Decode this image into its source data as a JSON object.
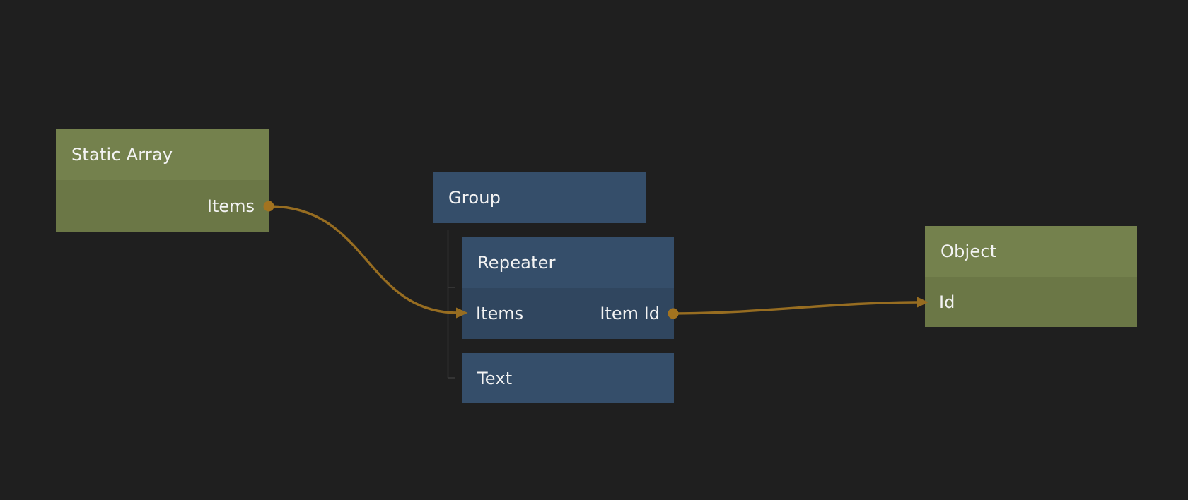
{
  "canvas": {
    "colors": {
      "background": "#1f1f1f",
      "green_node_header": "#74814d",
      "green_node_body": "#6b7746",
      "blue_node_header": "#354e6a",
      "blue_node_body": "#30465f",
      "wire": "#976d21",
      "port_dot": "#a3731f",
      "tree_line": "#3b3b3b",
      "text": "#f3f3f3"
    }
  },
  "nodes": [
    {
      "id": "static-array",
      "title": "Static Array",
      "color": "green",
      "outputs": [
        "Items"
      ]
    },
    {
      "id": "group",
      "title": "Group",
      "color": "blue"
    },
    {
      "id": "repeater",
      "title": "Repeater",
      "color": "blue",
      "parent": "group",
      "inputs": [
        "Items"
      ],
      "outputs": [
        "Item Id"
      ]
    },
    {
      "id": "text",
      "title": "Text",
      "color": "blue",
      "parent": "group"
    },
    {
      "id": "object",
      "title": "Object",
      "color": "green",
      "inputs": [
        "Id"
      ]
    }
  ],
  "connections": [
    {
      "from_node": "Static Array",
      "from_port": "Items",
      "to_node": "Repeater",
      "to_port": "Items"
    },
    {
      "from_node": "Repeater",
      "from_port": "Item Id",
      "to_node": "Object",
      "to_port": "Id"
    }
  ]
}
